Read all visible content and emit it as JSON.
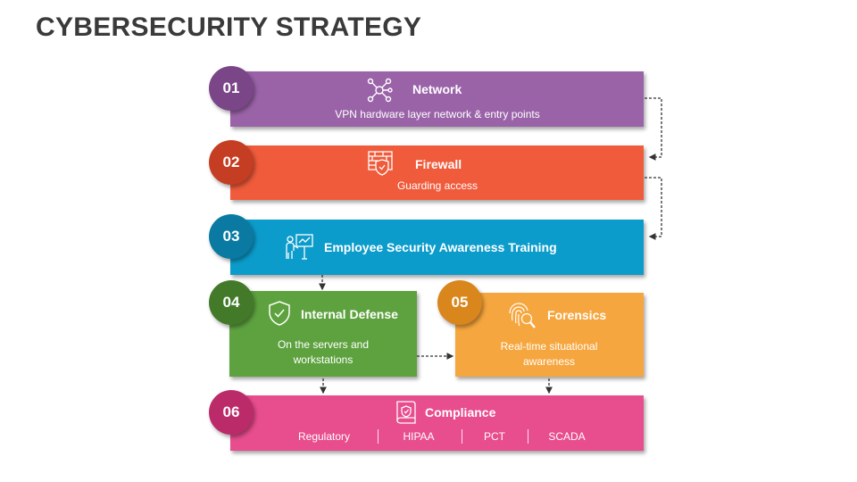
{
  "title": "CYBERSECURITY STRATEGY",
  "colors": {
    "network": "#9a63a8",
    "network_dark": "#7a4688",
    "firewall": "#ef5b3b",
    "firewall_dark": "#c53d22",
    "training": "#0c9ccb",
    "training_dark": "#0a7aa2",
    "defense": "#5ea23f",
    "defense_dark": "#427a2a",
    "forensics": "#f6a63e",
    "forensics_dark": "#d9861c",
    "compliance": "#e84d8d",
    "compliance_dark": "#bb2b6a"
  },
  "steps": [
    {
      "num": "01",
      "title": "Network",
      "subtitle": "VPN hardware layer network & entry points",
      "icon": "network-nodes-icon"
    },
    {
      "num": "02",
      "title": "Firewall",
      "subtitle": "Guarding access",
      "icon": "firewall-shield-icon"
    },
    {
      "num": "03",
      "title": "Employee Security Awareness Training",
      "icon": "presentation-trainer-icon"
    },
    {
      "num": "04",
      "title": "Internal Defense",
      "subtitle_line1": "On the servers and",
      "subtitle_line2": "workstations",
      "icon": "shield-check-icon"
    },
    {
      "num": "05",
      "title": "Forensics",
      "subtitle_line1": "Real-time situational",
      "subtitle_line2": "awareness",
      "icon": "fingerprint-search-icon"
    },
    {
      "num": "06",
      "title": "Compliance",
      "icon": "certificate-scroll-icon",
      "items": [
        "Regulatory",
        "HIPAA",
        "PCT",
        "SCADA"
      ]
    }
  ]
}
